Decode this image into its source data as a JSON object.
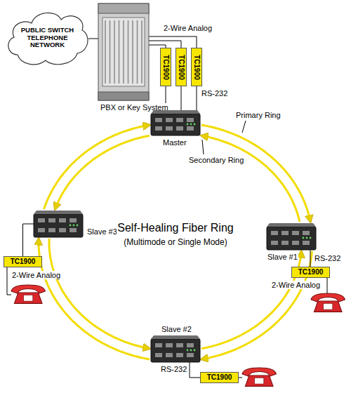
{
  "diagram": {
    "nodes": [
      {
        "text": [
          "PUBLIC SWITCH TELEPHONE NETWORK"
        ]
      },
      {
        "text": [
          "PBX or Key System"
        ]
      },
      {
        "text": [
          "TC1900"
        ]
      },
      {
        "text": [
          "TC1900"
        ]
      },
      {
        "text": [
          "TC1900"
        ]
      },
      {
        "text": [
          "Master"
        ]
      },
      {
        "text": [
          "Slave #1"
        ]
      },
      {
        "text": [
          "Slave #2"
        ]
      },
      {
        "text": [
          "Slave #3"
        ]
      },
      {
        "text": [
          "TC1900"
        ]
      },
      {
        "text": [
          "TC1900"
        ]
      },
      {
        "text": [
          "TC1900"
        ]
      }
    ],
    "edges": [
      {
        "from": 0,
        "to": 1,
        "arrow": "none"
      },
      {
        "from": 1,
        "to": 2,
        "arrow": "none"
      },
      {
        "from": 1,
        "to": 3,
        "arrow": "none"
      },
      {
        "from": 1,
        "to": 4,
        "arrow": "none"
      },
      {
        "from": 2,
        "to": 5,
        "arrow": "none"
      },
      {
        "from": 3,
        "to": 5,
        "arrow": "none"
      },
      {
        "from": 4,
        "to": 5,
        "arrow": "none"
      },
      {
        "from": 5,
        "to": 6,
        "arrow": "to"
      },
      {
        "from": 6,
        "to": 7,
        "arrow": "to"
      },
      {
        "from": 7,
        "to": 8,
        "arrow": "to"
      },
      {
        "from": 8,
        "to": 5,
        "arrow": "to"
      },
      {
        "from": 5,
        "to": 8,
        "arrow": "to"
      },
      {
        "from": 8,
        "to": 7,
        "arrow": "to"
      },
      {
        "from": 7,
        "to": 6,
        "arrow": "to"
      },
      {
        "from": 6,
        "to": 5,
        "arrow": "to"
      },
      {
        "from": 6,
        "to": 9,
        "arrow": "none"
      },
      {
        "from": 7,
        "to": 10,
        "arrow": "none"
      },
      {
        "from": 8,
        "to": 11,
        "arrow": "none"
      }
    ],
    "labels": [
      "2-Wire Analog",
      "RS-232",
      "Primary Ring",
      "Secondary Ring",
      "Self-Healing Fiber Ring",
      "(Multimode or Single Mode)",
      "RS-232",
      "2-Wire Analog",
      "RS-232",
      "2-Wire Analog"
    ]
  }
}
